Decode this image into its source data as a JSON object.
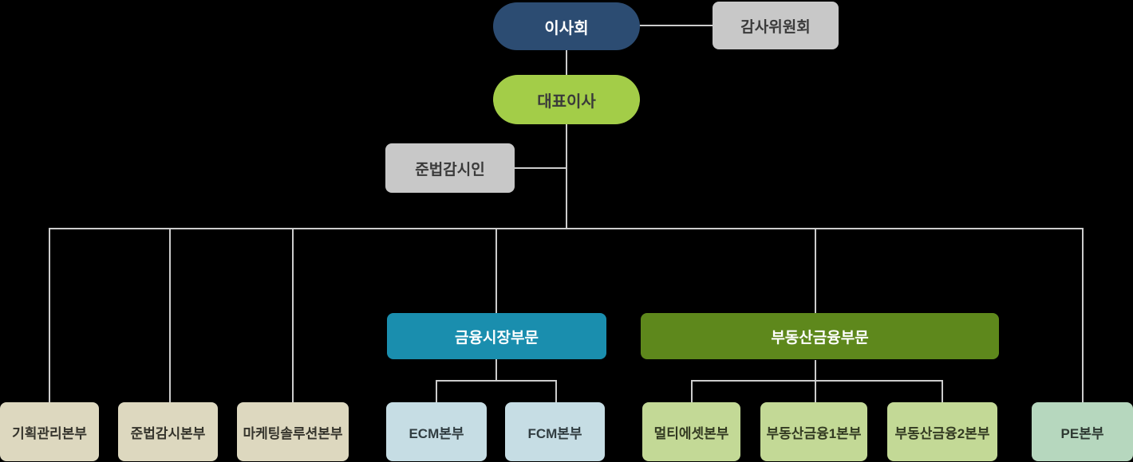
{
  "background": "#000000",
  "connector_color": "#cccccc",
  "nodes": {
    "board": {
      "label": "이사회",
      "bg": "#2c4c72",
      "text": "#ffffff"
    },
    "audit_committee": {
      "label": "감사위원회",
      "bg": "#c8c8c8",
      "text": "#3a3a3a"
    },
    "ceo": {
      "label": "대표이사",
      "bg": "#a3cd48",
      "text": "#3a3a3a"
    },
    "compliance_officer": {
      "label": "준법감시인",
      "bg": "#c8c8c8",
      "text": "#3a3a3a"
    },
    "staff_divisions": [
      {
        "label": "기획관리본부",
        "bg": "#ddd8bf",
        "text": "#35342c"
      },
      {
        "label": "준법감시본부",
        "bg": "#ddd8bf",
        "text": "#35342c"
      },
      {
        "label": "마케팅솔루션본부",
        "bg": "#ddd8bf",
        "text": "#35342c"
      }
    ],
    "sectors": [
      {
        "label": "금융시장부문",
        "bg": "#1a8eae",
        "text": "#ffffff",
        "children": [
          {
            "label": "ECM본부",
            "bg": "#c6dde4",
            "text": "#313d41"
          },
          {
            "label": "FCM본부",
            "bg": "#c6dde4",
            "text": "#313d41"
          }
        ]
      },
      {
        "label": "부동산금융부문",
        "bg": "#5e881c",
        "text": "#ffffff",
        "children": [
          {
            "label": "멀티에셋본부",
            "bg": "#c3d996",
            "text": "#333a22"
          },
          {
            "label": "부동산금융1본부",
            "bg": "#c3d996",
            "text": "#333a22"
          },
          {
            "label": "부동산금융2본부",
            "bg": "#c3d996",
            "text": "#333a22"
          }
        ]
      }
    ],
    "pe_division": {
      "label": "PE본부",
      "bg": "#b6d7be",
      "text": "#2f3a33"
    }
  }
}
